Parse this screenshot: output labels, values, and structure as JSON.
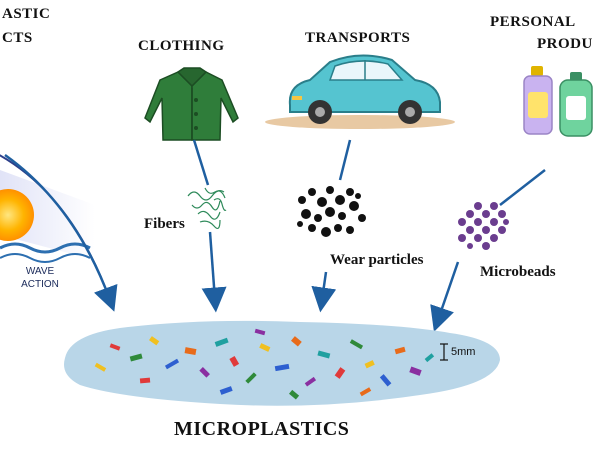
{
  "sources": {
    "plastic_products_line1": "ASTIC",
    "plastic_products_line2": "CTS",
    "clothing": "CLOTHING",
    "transports": "TRANSPORTS",
    "personal_line1": "PERSONAL",
    "personal_line2": "PRODU"
  },
  "labels": {
    "wave_line1": "WAVE",
    "wave_line2": "ACTION",
    "fibers": "Fibers",
    "wear_particles": "Wear particles",
    "microbeads": "Microbeads",
    "scale": "5mm"
  },
  "result": {
    "title": "MICROPLASTICS"
  },
  "colors": {
    "arrow": "#1f5fa0",
    "jacket": "#2f7d3a",
    "car": "#55c4d0",
    "water": "#b9d6e8",
    "bead": "#6b3d8f"
  }
}
